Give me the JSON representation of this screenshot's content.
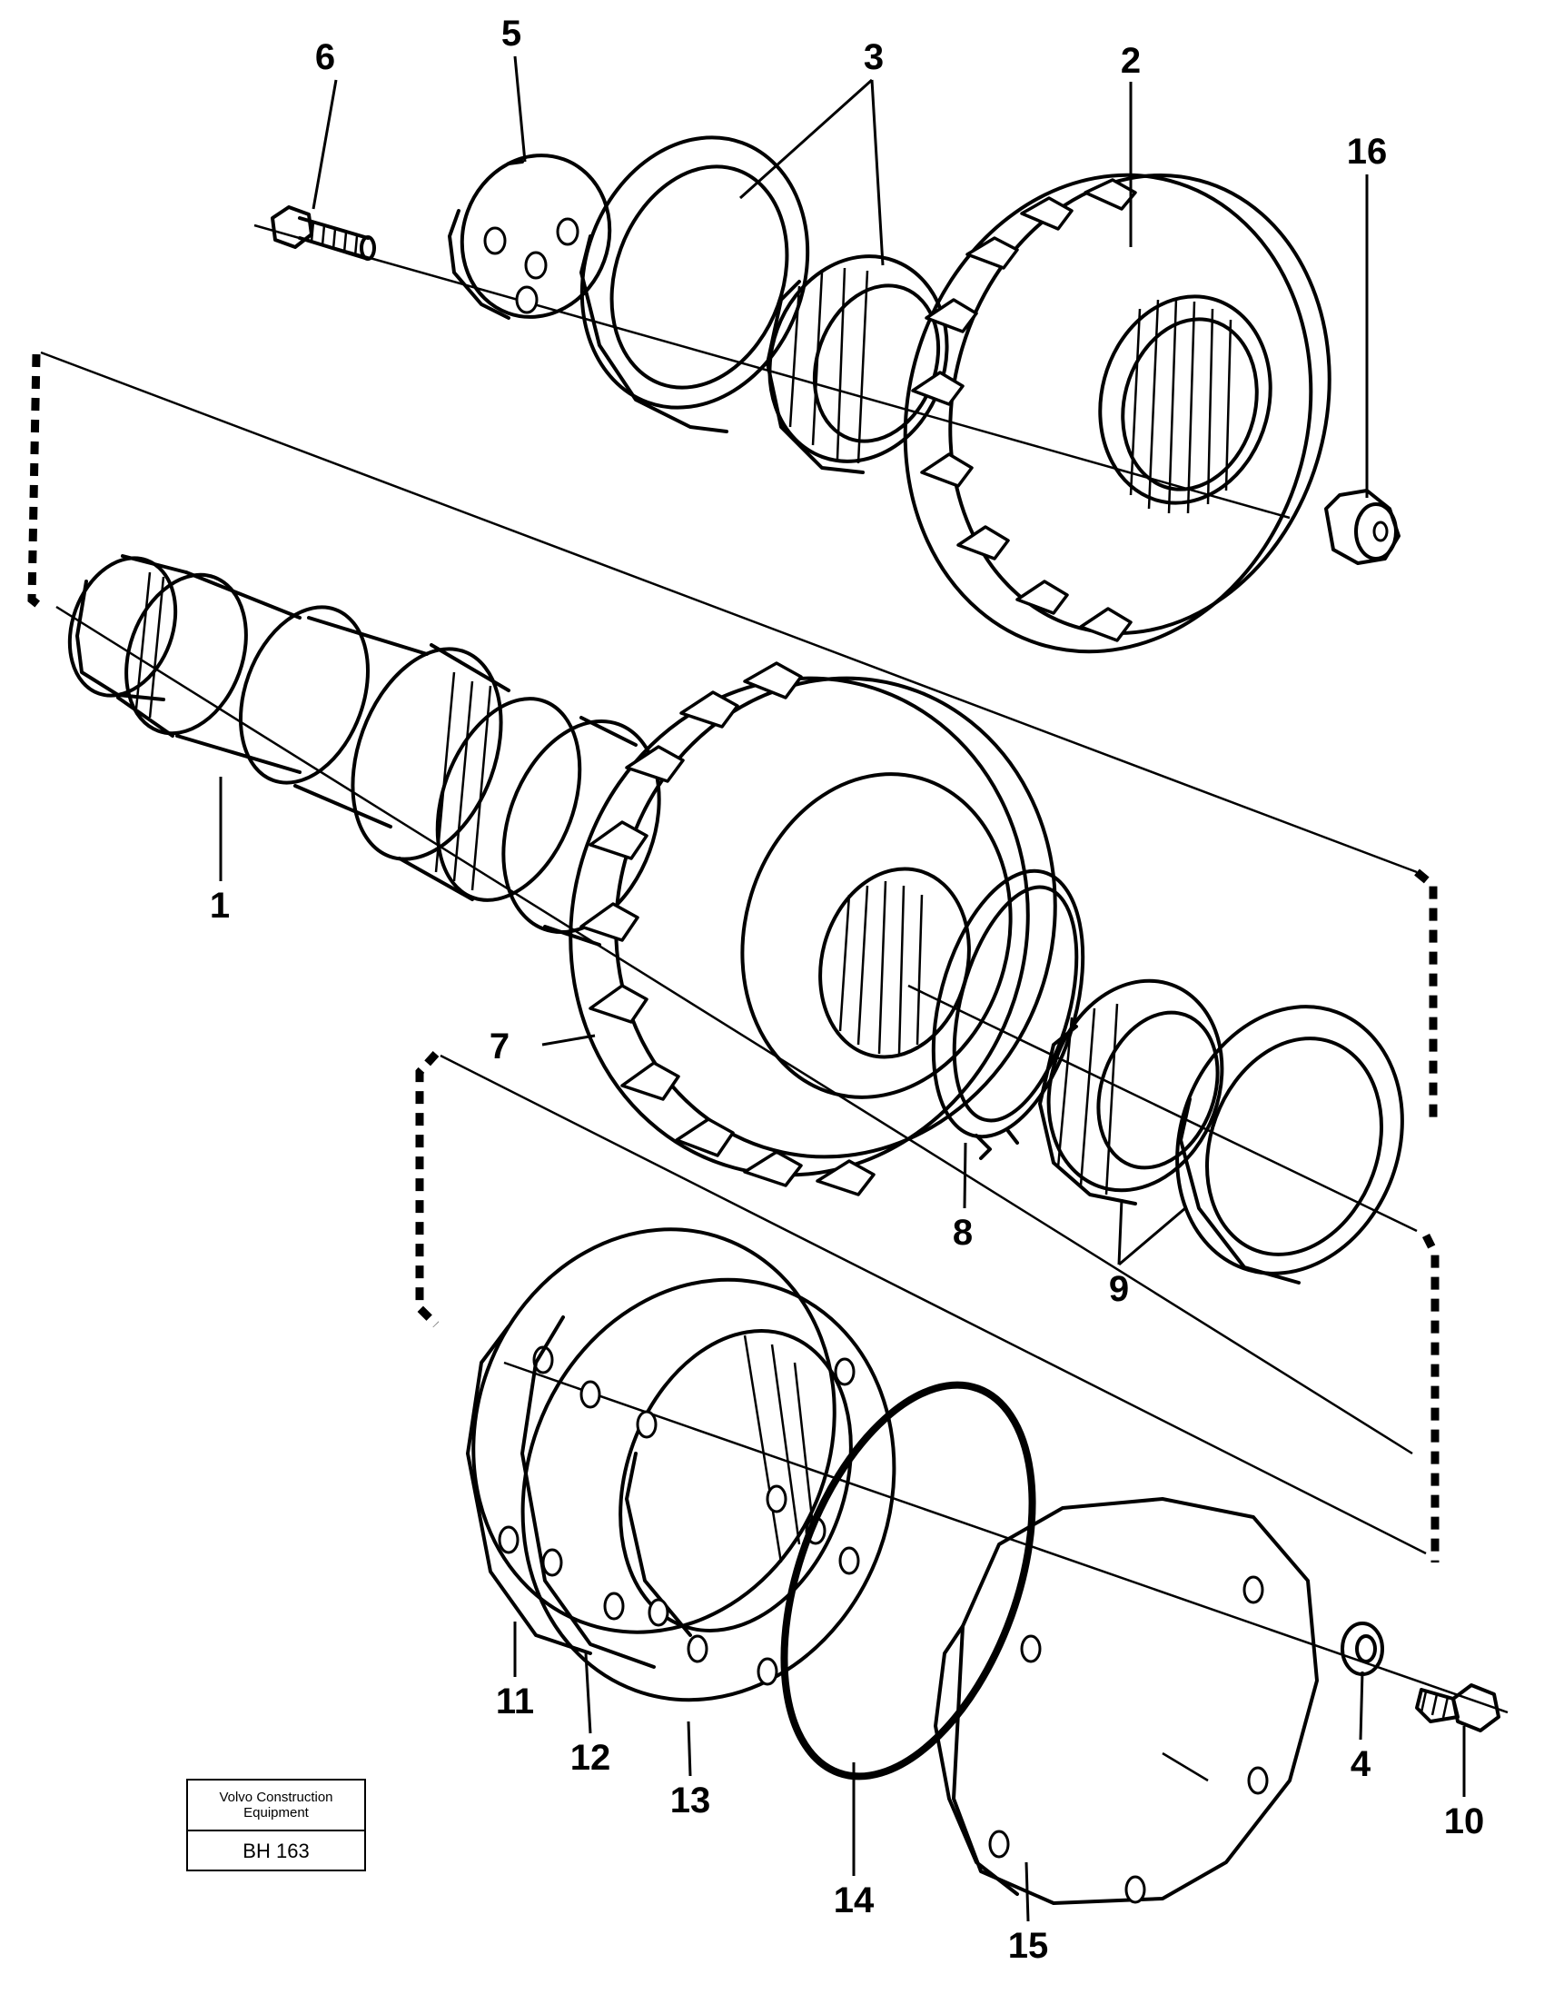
{
  "callouts": {
    "c1": "1",
    "c2": "2",
    "c3": "3",
    "c4": "4",
    "c5": "5",
    "c6": "6",
    "c7": "7",
    "c8": "8",
    "c9": "9",
    "c10": "10",
    "c11": "11",
    "c12": "12",
    "c13": "13",
    "c14": "14",
    "c15": "15",
    "c16": "16"
  },
  "title_block": {
    "company": "Volvo Construction Equipment",
    "code": "BH 163"
  }
}
